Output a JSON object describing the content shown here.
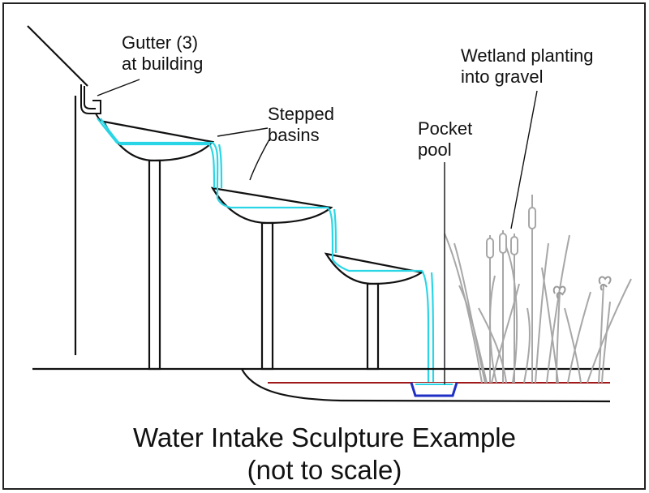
{
  "labels": {
    "gutter_line1": "Gutter (3)",
    "gutter_line2": "at building",
    "basins_line1": "Stepped",
    "basins_line2": "basins",
    "pool_line1": "Pocket",
    "pool_line2": "pool",
    "wetland_line1": "Wetland planting",
    "wetland_line2": "into gravel"
  },
  "caption": {
    "line1": "Water Intake Sculpture Example",
    "line2": "(not to scale)"
  },
  "colors": {
    "water": "#2ad6e6",
    "pool": "#1f2fc4",
    "liner": "#a01818",
    "plants": "#a7a7a7",
    "ink": "#111111"
  }
}
